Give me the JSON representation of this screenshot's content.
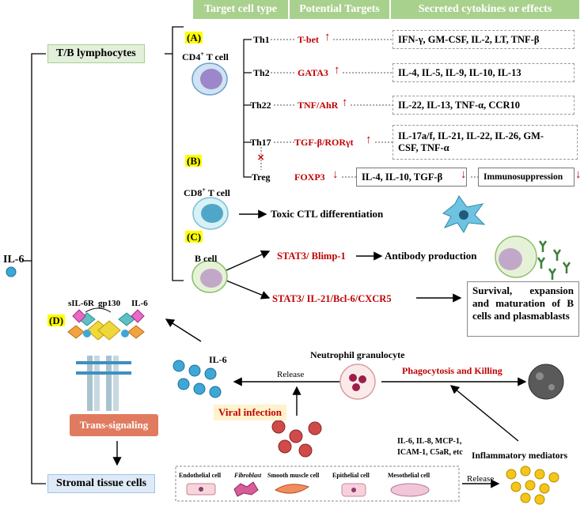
{
  "header": {
    "col1": "Target cell type",
    "col2": "Potential Targets",
    "col3": "Secreted cytokines or effects"
  },
  "root": "IL-6",
  "categories": {
    "lymph": "T/B lymphocytes",
    "stromal": "Stromal tissue cells"
  },
  "panels": {
    "a": "(A)",
    "b": "(B)",
    "c": "(C)",
    "d": "(D)"
  },
  "cd4": {
    "label_main": "CD4",
    "label_sup": "+",
    "label_rest": " T cell",
    "rows": [
      {
        "subset": "Th1",
        "target": "T-bet",
        "arrow": "↑",
        "effects": "IFN-γ, GM-CSF, IL-2, LT, TNF-β"
      },
      {
        "subset": "Th2",
        "target": "GATA3",
        "arrow": "↑",
        "effects": "IL-4, IL-5, IL-9, IL-10, IL-13"
      },
      {
        "subset": "Th22",
        "target": "TNF/AhR",
        "arrow": "↑",
        "effects": "IL-22, IL-13, TNF-α, CCR10"
      },
      {
        "subset": "Th17",
        "target": "TGF-β/RORγt",
        "arrow": "↑",
        "effects_line1": "IL-17a/f, IL-21, IL-22, IL-26, GM-",
        "effects_line2": "CSF, TNF-α"
      },
      {
        "subset": "Treg",
        "target": "FOXP3",
        "arrow": "↓",
        "effects": "IL-4, IL-10, TGF-β",
        "arrow2": "↓",
        "outcome": "Immunosuppression",
        "arrow3": "↓"
      }
    ],
    "block_mark": "✕"
  },
  "cd8": {
    "label_main": "CD8",
    "label_sup": "+",
    "label_rest": " T cell",
    "effect": "Toxic CTL differentiation"
  },
  "bcell": {
    "label": "B cell",
    "path1_target": "STAT3/ Blimp-1",
    "path1_effect": "Antibody production",
    "path2_target": "STAT3/ IL-21/Bcl-6/CXCR5",
    "path2_effect": "Survival, expansion and maturation of B cells and plasmablasts"
  },
  "trans": {
    "sil6r": "sIL-6R",
    "gp130": "gp130",
    "il6": "IL-6",
    "title": "Trans-signaling",
    "free_il6": "IL-6"
  },
  "neutrophil": {
    "label": "Neutrophil granulocyte",
    "release": "Release",
    "viral": "Viral infection",
    "phago": "Phagocytosis and Killing",
    "mediators_line1": "IL-6, IL-8, MCP-1,",
    "mediators_line2": "ICAM-1, C5aR, etc",
    "inflam": "Inflammatory mediators",
    "release2": "Release"
  },
  "stromal_cells": [
    "Endothelial cell",
    "Fibroblast",
    "Smooth muscle cell",
    "Epithelial cell",
    "Mesothelial cell"
  ],
  "colors": {
    "header": "#a9d18e",
    "target_red": "#c00000",
    "trans_box": "#e07b5f",
    "panel_label": "#ffff00"
  }
}
